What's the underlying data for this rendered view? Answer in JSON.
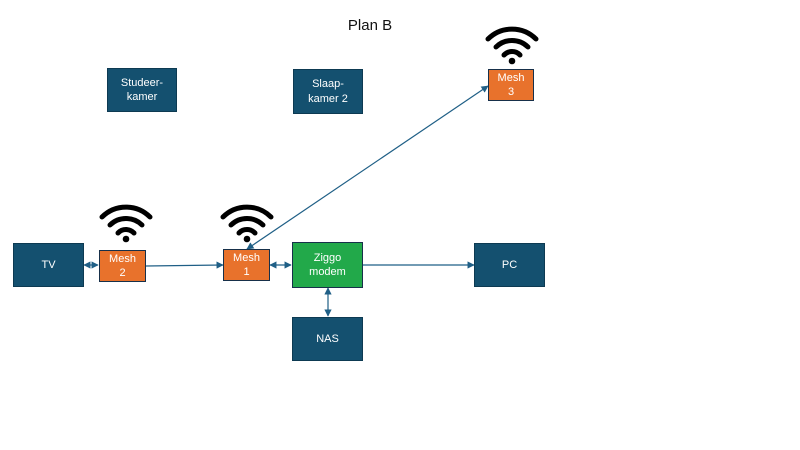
{
  "title": "Plan B",
  "nodes": {
    "studeerkamer": "Studeer-\nkamer",
    "slaapkamer2": "Slaap-\nkamer 2",
    "mesh3": "Mesh\n3",
    "tv": "TV",
    "mesh2": "Mesh\n2",
    "mesh1": "Mesh\n1",
    "modem": "Ziggo\nmodem",
    "pc": "PC",
    "nas": "NAS"
  },
  "colors": {
    "room": "#14506f",
    "mesh": "#e8722c",
    "modem": "#22a94a",
    "link": "#1f5f86"
  },
  "icons": [
    "wifi-icon"
  ]
}
